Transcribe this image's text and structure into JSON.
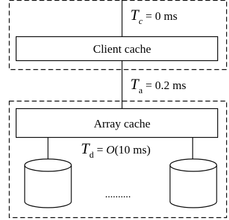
{
  "client": {
    "box_label": "Client cache",
    "latency": {
      "symbol": "T",
      "subscript": "c",
      "value": " = 0 ms"
    }
  },
  "link": {
    "latency": {
      "symbol": "T",
      "subscript": "a",
      "value": " = 0.2 ms"
    }
  },
  "array": {
    "box_label": "Array cache",
    "latency": {
      "symbol": "T",
      "subscript": "d",
      "value_prefix": " = ",
      "value_func": "O",
      "value_suffix": "(10 ms)"
    },
    "ellipsis": ".........."
  }
}
